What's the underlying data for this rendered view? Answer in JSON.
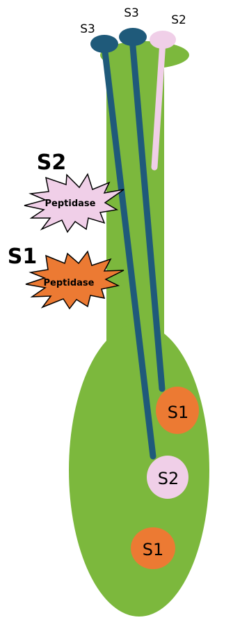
{
  "colors": {
    "pistil": "#7cb83d",
    "s3_tube": "#1f5a7a",
    "s2_tube": "#f0cfe8",
    "s1_ovule": "#ec7a33",
    "s2_ovule": "#f0cfe8",
    "peptidase_s2_fill": "#f0cfe8",
    "peptidase_s1_fill": "#ec7a33"
  },
  "pollen_labels": {
    "left_s3": "S3",
    "center_s3": "S3",
    "right_s2": "S2"
  },
  "peptidases": {
    "upper": {
      "haplotype": "S2",
      "label": "Peptidase"
    },
    "lower": {
      "haplotype": "S1",
      "label": "Peptidase"
    }
  },
  "ovules": {
    "upper_right": "S1",
    "middle": "S2",
    "bottom": "S1"
  }
}
